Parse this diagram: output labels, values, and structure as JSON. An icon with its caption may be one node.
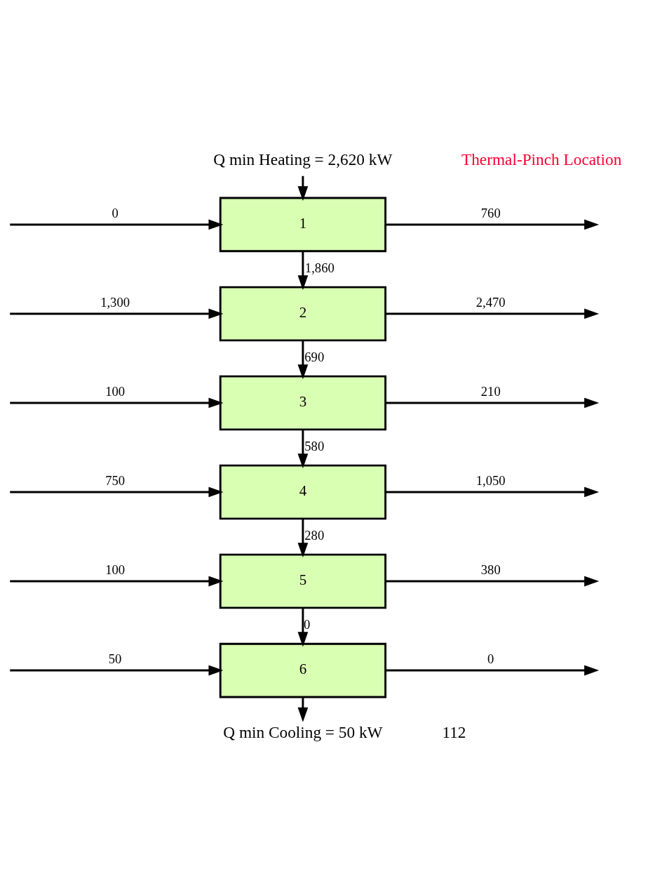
{
  "diagram": {
    "nodes": [
      {
        "text": [
          "Q min Heating = 2,620 kW"
        ]
      },
      {
        "text": [
          "1"
        ]
      },
      {
        "text": [
          "2"
        ]
      },
      {
        "text": [
          "3"
        ]
      },
      {
        "text": [
          "4"
        ]
      },
      {
        "text": [
          "5"
        ]
      },
      {
        "text": [
          "6"
        ]
      },
      {
        "text": [
          "Q min Cooling = 50 kW"
        ]
      }
    ],
    "edges": [
      {
        "from": 0,
        "to": 1,
        "arrow": "to"
      },
      {
        "from": null,
        "to": 1,
        "label": "0",
        "arrow": "to"
      },
      {
        "from": 1,
        "to": null,
        "label": "760",
        "arrow": "to"
      },
      {
        "from": 1,
        "to": 2,
        "label": "1,860",
        "arrow": "to"
      },
      {
        "from": null,
        "to": 2,
        "label": "1,300",
        "arrow": "to"
      },
      {
        "from": 2,
        "to": null,
        "label": "2,470",
        "arrow": "to"
      },
      {
        "from": 2,
        "to": 3,
        "label": "690",
        "arrow": "to"
      },
      {
        "from": null,
        "to": 3,
        "label": "100",
        "arrow": "to"
      },
      {
        "from": 3,
        "to": null,
        "label": "210",
        "arrow": "to"
      },
      {
        "from": 3,
        "to": 4,
        "label": "580",
        "arrow": "to"
      },
      {
        "from": null,
        "to": 4,
        "label": "750",
        "arrow": "to"
      },
      {
        "from": 4,
        "to": null,
        "label": "1,050",
        "arrow": "to"
      },
      {
        "from": 4,
        "to": 5,
        "label": "280",
        "arrow": "to"
      },
      {
        "from": null,
        "to": 5,
        "label": "100",
        "arrow": "to"
      },
      {
        "from": 5,
        "to": null,
        "label": "380",
        "arrow": "to"
      },
      {
        "from": 5,
        "to": 6,
        "label": "0",
        "arrow": "to"
      },
      {
        "from": null,
        "to": 6,
        "label": "50",
        "arrow": "to"
      },
      {
        "from": 6,
        "to": null,
        "label": "0",
        "arrow": "to"
      },
      {
        "from": 6,
        "to": 7,
        "arrow": "to"
      }
    ],
    "labels": [
      "Thermal-Pinch Location",
      "112"
    ]
  }
}
